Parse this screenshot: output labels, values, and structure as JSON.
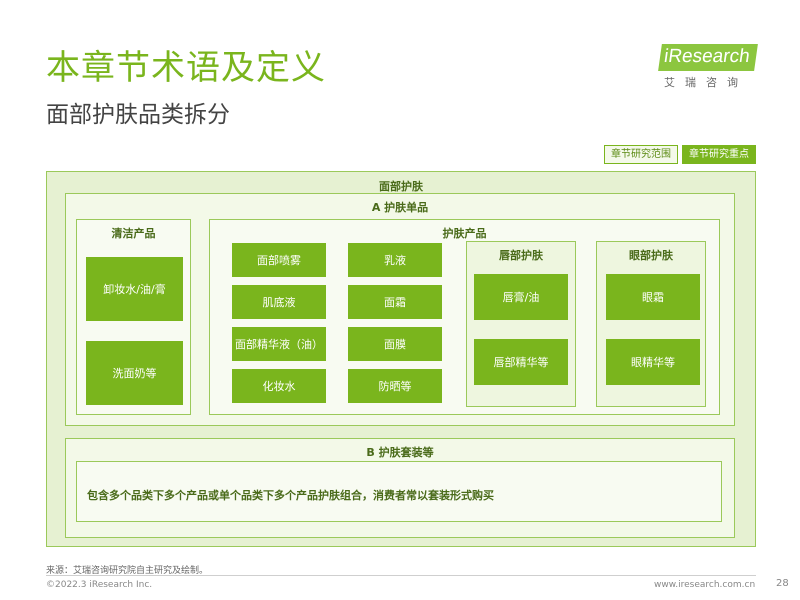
{
  "header": {
    "title": "本章节术语及定义",
    "subtitle": "面部护肤品类拆分",
    "logo_text": "iResearch",
    "logo_cn": "艾瑞咨询"
  },
  "tags": {
    "scope": "章节研究范围",
    "focus": "章节研究重点"
  },
  "diagram": {
    "outer_label": "面部护肤",
    "single_label": "A 护肤单品",
    "cleansing": {
      "label": "清洁产品",
      "items": [
        "卸妆水/油/膏",
        "洗面奶等"
      ]
    },
    "care": {
      "label": "护肤产品",
      "col1": [
        "面部喷雾",
        "肌底液",
        "面部精华液（油）",
        "化妆水"
      ],
      "col2": [
        "乳液",
        "面霜",
        "面膜",
        "防晒等"
      ],
      "lip": {
        "label": "唇部护肤",
        "items": [
          "唇膏/油",
          "唇部精华等"
        ]
      },
      "eye": {
        "label": "眼部护肤",
        "items": [
          "眼霜",
          "眼精华等"
        ]
      }
    },
    "set_label": "B 护肤套装等",
    "set_text": "包含多个品类下多个产品或单个品类下多个产品护肤组合，消费者常以套装形式购买"
  },
  "footer": {
    "source": "来源：艾瑞咨询研究院自主研究及绘制。",
    "copyright": "©2022.3 iResearch Inc.",
    "url": "www.iresearch.com.cn",
    "page": "28"
  },
  "colors": {
    "accent": "#7ab51d",
    "panel": "#eef6df"
  }
}
